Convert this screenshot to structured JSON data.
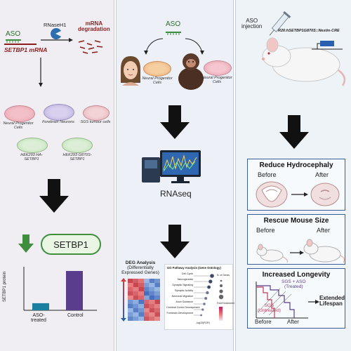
{
  "left": {
    "aso_label": "ASO",
    "rnaseh1_label": "RNaseH1",
    "mrna_label": "SETBP1 mRNA",
    "degradation_line1": "mRNA",
    "degradation_line2": "degradation",
    "cells": [
      {
        "label": "Neural Progenitor Cells",
        "color": "#e07585"
      },
      {
        "label": "Forebrain Neurons",
        "color": "#9c8fc8"
      },
      {
        "label": "SGS tumour cells",
        "color": "#d0737b"
      },
      {
        "label": "HEK293 HA-SETBP1",
        "color": "#6aa86a"
      },
      {
        "label": "HEK293 G870S-SETBP1",
        "color": "#6aa86a"
      }
    ],
    "setbp1_pill": "SETBP1",
    "bar_chart": {
      "ylabel": "SETBP1 protein",
      "bars": [
        {
          "label": "ASO-treated",
          "value": 0.18,
          "color": "#1a7fa0"
        },
        {
          "label": "Control",
          "value": 1.0,
          "color": "#5a3d8c"
        }
      ]
    }
  },
  "middle": {
    "aso_label": "ASO",
    "cell_label_human": "Neural Progenitor Cells",
    "cell_label_monkey": "Neural Progenitor Cells",
    "rnaseq_label": "RNAseq",
    "deg_title_line1": "DEG Analysis",
    "deg_title_line2": "(Differentially",
    "deg_title_line3": "Expressed Genes)",
    "go_title": "GO Pathway Analysis (Gene Ontology)",
    "go_terms": [
      "Cell Cycle",
      "Neurogenesis",
      "Synaptic Signaling",
      "Synaptic Activity",
      "Neuronal Migration",
      "Axon Guidance",
      "Cerebral Cortex Development",
      "Forebrain Development"
    ],
    "go_xlabel": "-log10(FDR)",
    "go_legend_title1": "N. of Genes",
    "go_legend_title2": "Fold Enrichment"
  },
  "right": {
    "aso_injection_line1": "ASO",
    "aso_injection_line2": "injection",
    "mouse_model": "R26:hSETBP1G870S::Nestin-CRE",
    "hydro_title": "Reduce Hydrocephaly",
    "hydro_before": "Before",
    "hydro_after": "After",
    "size_title": "Rescue Mouse Size",
    "size_before": "Before",
    "size_after": "After",
    "longevity_title": "Increased Longevity",
    "sgs_treated_line1": "SGS + ASO",
    "sgs_treated_line2": "(Treated)",
    "sgs_untreated_line1": "SGS",
    "sgs_untreated_line2": "(Untreated)",
    "extended_line1": "Extended",
    "extended_line2": "Lifespan",
    "long_before": "Before",
    "long_after": "After"
  }
}
